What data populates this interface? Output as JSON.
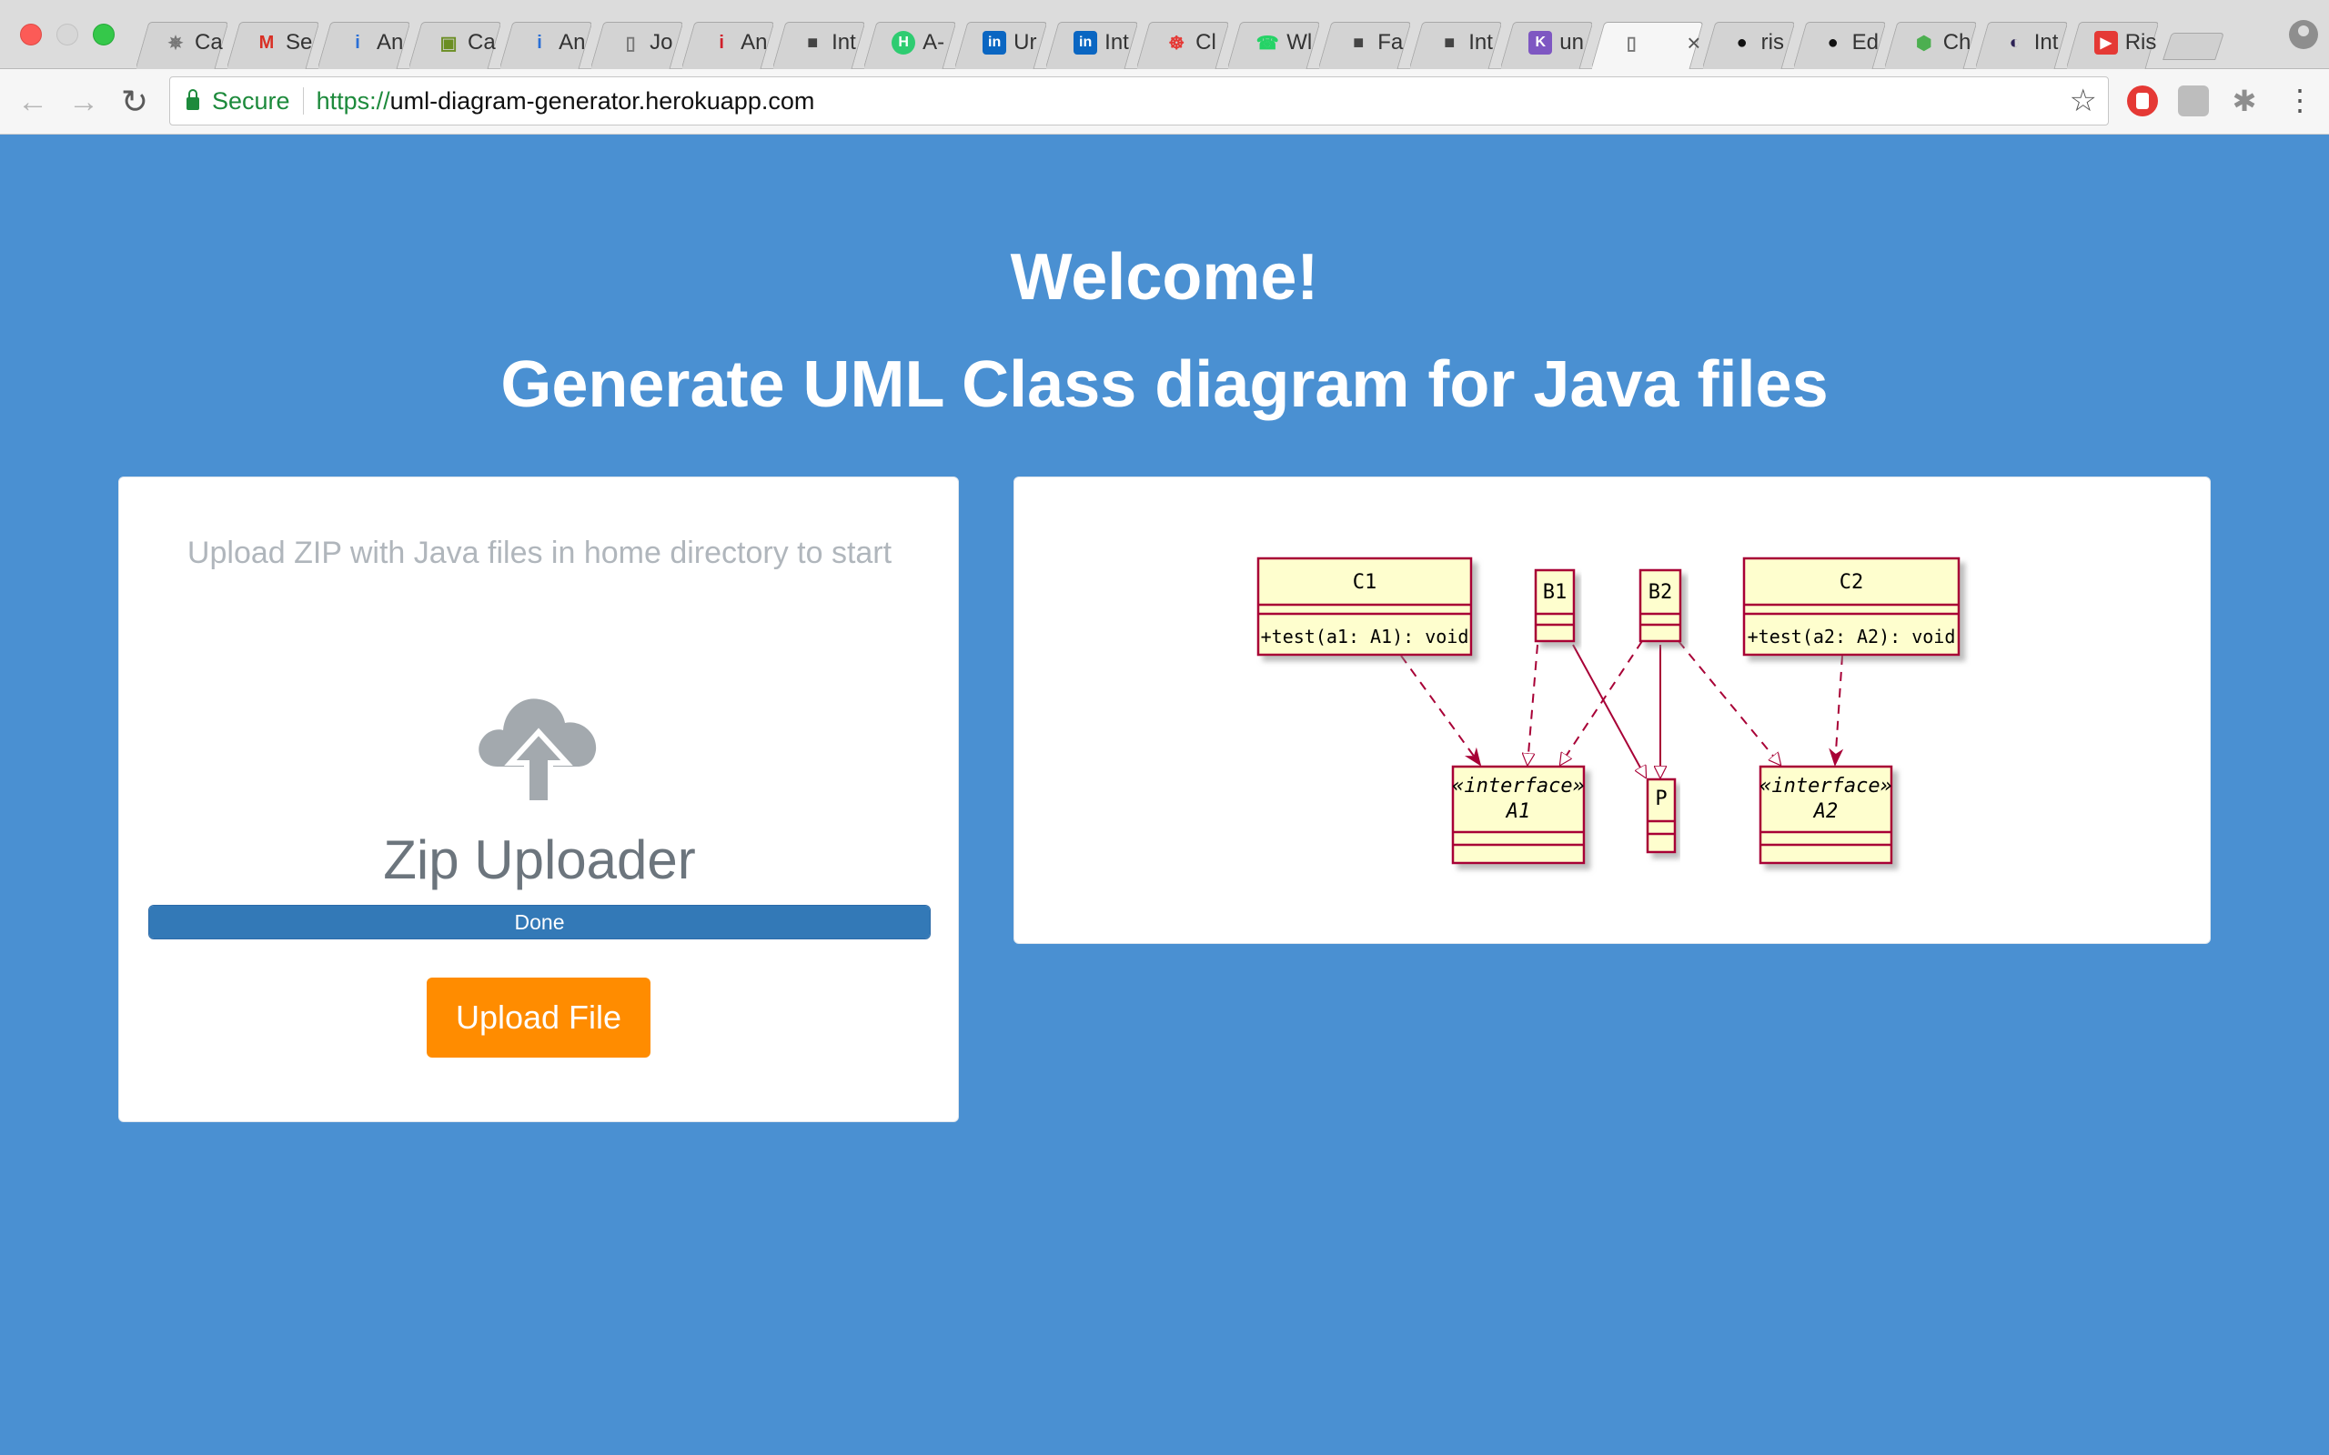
{
  "browser": {
    "tabs": [
      {
        "title": "Ca",
        "icon": "spinner-icon",
        "color": "#777777"
      },
      {
        "title": "Se",
        "icon": "gmail-icon",
        "color": "#d93025"
      },
      {
        "title": "An",
        "icon": "info-icon",
        "color": "#2a6fd6"
      },
      {
        "title": "Ca",
        "icon": "image-icon",
        "color": "#6b8e23"
      },
      {
        "title": "An",
        "icon": "info-icon",
        "color": "#2a6fd6"
      },
      {
        "title": "Jo",
        "icon": "document-icon",
        "color": "#777777"
      },
      {
        "title": "An",
        "icon": "italic-i-icon",
        "color": "#d0202a"
      },
      {
        "title": "Int",
        "icon": "cube-icon",
        "color": "#444444"
      },
      {
        "title": "A-",
        "icon": "h-badge-icon",
        "color": "#2ecc71"
      },
      {
        "title": "Ur",
        "icon": "linkedin-icon",
        "color": "#0a66c2"
      },
      {
        "title": "Int",
        "icon": "linkedin-icon",
        "color": "#0a66c2"
      },
      {
        "title": "Cl",
        "icon": "wheel-icon",
        "color": "#e53935"
      },
      {
        "title": "Wl",
        "icon": "whatsapp-icon",
        "color": "#25d366"
      },
      {
        "title": "Fa",
        "icon": "cube-icon",
        "color": "#444444"
      },
      {
        "title": "Int",
        "icon": "cube-icon",
        "color": "#444444"
      },
      {
        "title": "un",
        "icon": "k-badge-icon",
        "color": "#7e57c2"
      },
      {
        "title": "",
        "icon": "document-icon",
        "color": "#777777",
        "active": true
      },
      {
        "title": "ris",
        "icon": "github-icon",
        "color": "#111111"
      },
      {
        "title": "Ed",
        "icon": "github-icon",
        "color": "#111111"
      },
      {
        "title": "Ch",
        "icon": "gem-icon",
        "color": "#4caf50"
      },
      {
        "title": "Int",
        "icon": "eclipse-icon",
        "color": "#2c2255"
      },
      {
        "title": "Ris",
        "icon": "youtube-icon",
        "color": "#e53935"
      }
    ],
    "secure_label": "Secure",
    "url_scheme": "https://",
    "url_host": "uml-diagram-generator.herokuapp.com",
    "close_glyph": "×"
  },
  "page": {
    "welcome": "Welcome!",
    "subtitle": "Generate UML Class diagram for Java files",
    "instructions": "Upload ZIP with Java files in home directory to start",
    "uploader_title": "Zip Uploader",
    "progress_label": "Done",
    "progress_fraction": 1.0,
    "upload_button": "Upload File"
  },
  "colors": {
    "background": "#4a90d2",
    "button": "#ff8c00",
    "progress": "#3379b7",
    "uml_fill": "#fefece",
    "uml_stroke": "#a80036"
  },
  "diagram": {
    "classes": [
      {
        "id": "c1",
        "name": "C1",
        "method": "+test(a1: A1): void"
      },
      {
        "id": "b1",
        "name": "B1"
      },
      {
        "id": "b2",
        "name": "B2"
      },
      {
        "id": "c2",
        "name": "C2",
        "method": "+test(a2: A2): void"
      },
      {
        "id": "a1",
        "stereotype": "«interface»",
        "name": "A1"
      },
      {
        "id": "p",
        "name": "P"
      },
      {
        "id": "a2",
        "stereotype": "«interface»",
        "name": "A2"
      }
    ]
  }
}
